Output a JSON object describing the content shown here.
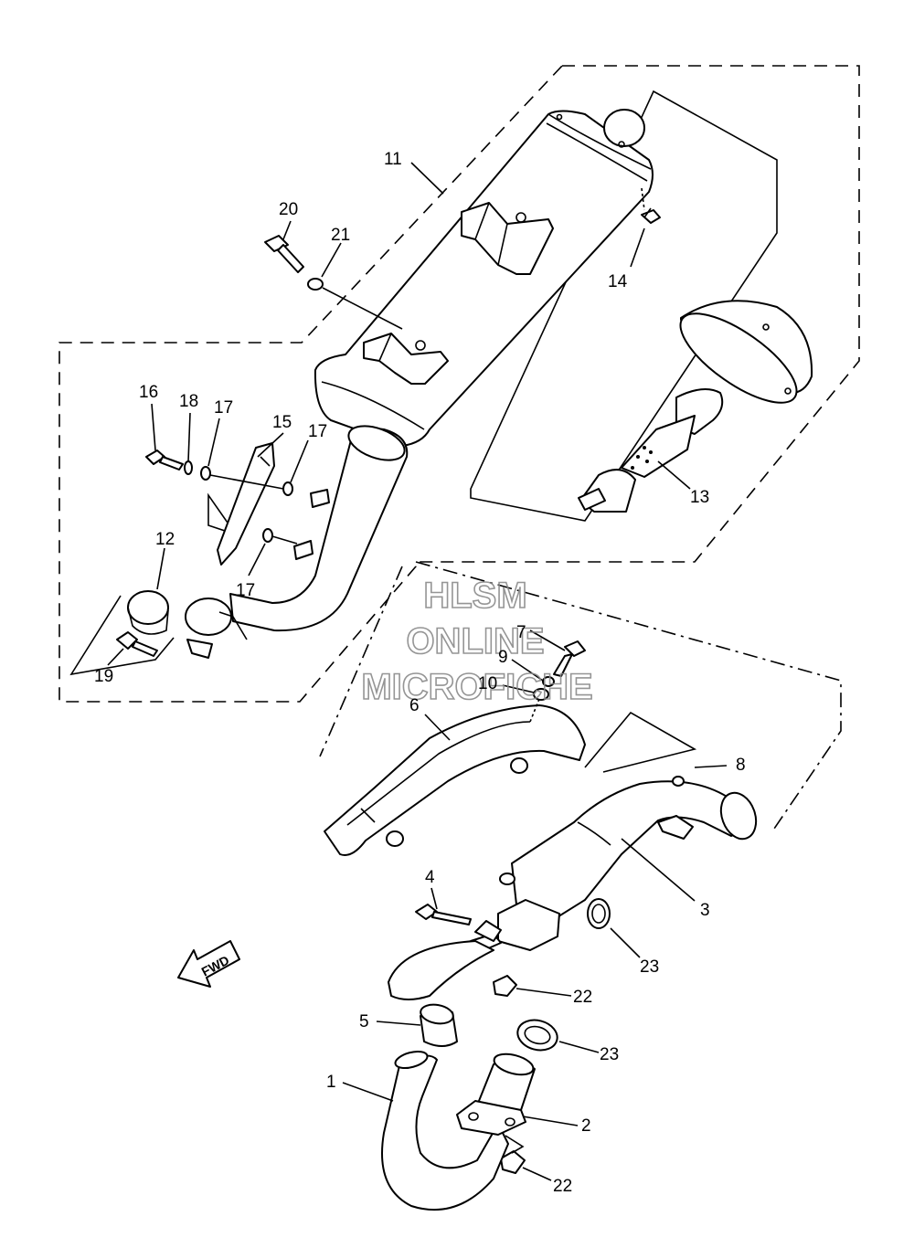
{
  "callouts": [
    {
      "id": "1",
      "label": "1"
    },
    {
      "id": "2",
      "label": "2"
    },
    {
      "id": "3",
      "label": "3"
    },
    {
      "id": "4",
      "label": "4"
    },
    {
      "id": "5",
      "label": "5"
    },
    {
      "id": "6",
      "label": "6"
    },
    {
      "id": "7",
      "label": "7"
    },
    {
      "id": "8",
      "label": "8"
    },
    {
      "id": "9",
      "label": "9"
    },
    {
      "id": "10",
      "label": "10"
    },
    {
      "id": "11",
      "label": "11"
    },
    {
      "id": "12",
      "label": "12"
    },
    {
      "id": "13",
      "label": "13"
    },
    {
      "id": "14",
      "label": "14"
    },
    {
      "id": "15",
      "label": "15"
    },
    {
      "id": "16",
      "label": "16"
    },
    {
      "id": "17a",
      "label": "17"
    },
    {
      "id": "17b",
      "label": "17"
    },
    {
      "id": "17c",
      "label": "17"
    },
    {
      "id": "18",
      "label": "18"
    },
    {
      "id": "19",
      "label": "19"
    },
    {
      "id": "20",
      "label": "20"
    },
    {
      "id": "21",
      "label": "21"
    },
    {
      "id": "22a",
      "label": "22"
    },
    {
      "id": "22b",
      "label": "22"
    },
    {
      "id": "23a",
      "label": "23"
    },
    {
      "id": "23b",
      "label": "23"
    }
  ],
  "fwd_label": "FWD",
  "watermark": {
    "line1": "HLSM",
    "line2": "ONLINE",
    "line3": "MICROFICHE"
  }
}
